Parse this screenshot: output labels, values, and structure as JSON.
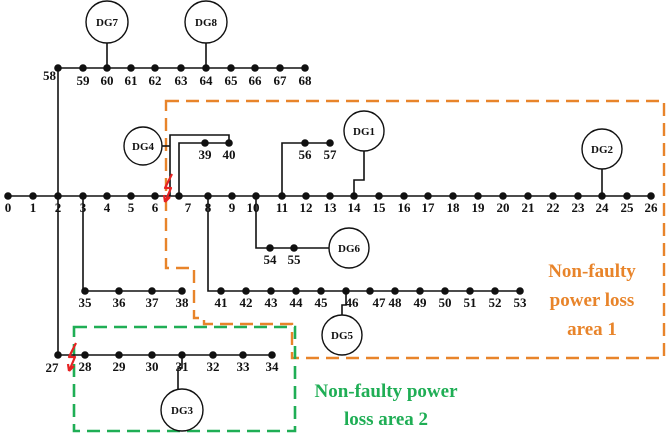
{
  "diagram": {
    "buses": [
      {
        "id": "0"
      },
      {
        "id": "1"
      },
      {
        "id": "2"
      },
      {
        "id": "3"
      },
      {
        "id": "4"
      },
      {
        "id": "5"
      },
      {
        "id": "6"
      },
      {
        "id": "7"
      },
      {
        "id": "8"
      },
      {
        "id": "9"
      },
      {
        "id": "10"
      },
      {
        "id": "11"
      },
      {
        "id": "12"
      },
      {
        "id": "13"
      },
      {
        "id": "14"
      },
      {
        "id": "15"
      },
      {
        "id": "16"
      },
      {
        "id": "17"
      },
      {
        "id": "18"
      },
      {
        "id": "19"
      },
      {
        "id": "20"
      },
      {
        "id": "21"
      },
      {
        "id": "22"
      },
      {
        "id": "23"
      },
      {
        "id": "24"
      },
      {
        "id": "25"
      },
      {
        "id": "26"
      },
      {
        "id": "27"
      },
      {
        "id": "28"
      },
      {
        "id": "29"
      },
      {
        "id": "30"
      },
      {
        "id": "31"
      },
      {
        "id": "32"
      },
      {
        "id": "33"
      },
      {
        "id": "34"
      },
      {
        "id": "35"
      },
      {
        "id": "36"
      },
      {
        "id": "37"
      },
      {
        "id": "38"
      },
      {
        "id": "39"
      },
      {
        "id": "40"
      },
      {
        "id": "41"
      },
      {
        "id": "42"
      },
      {
        "id": "43"
      },
      {
        "id": "44"
      },
      {
        "id": "45"
      },
      {
        "id": "46"
      },
      {
        "id": "47"
      },
      {
        "id": "48"
      },
      {
        "id": "49"
      },
      {
        "id": "50"
      },
      {
        "id": "51"
      },
      {
        "id": "52"
      },
      {
        "id": "53"
      },
      {
        "id": "54"
      },
      {
        "id": "55"
      },
      {
        "id": "56"
      },
      {
        "id": "57"
      },
      {
        "id": "58"
      },
      {
        "id": "59"
      },
      {
        "id": "60"
      },
      {
        "id": "61"
      },
      {
        "id": "62"
      },
      {
        "id": "63"
      },
      {
        "id": "64"
      },
      {
        "id": "65"
      },
      {
        "id": "66"
      },
      {
        "id": "67"
      },
      {
        "id": "68"
      }
    ],
    "generators": [
      {
        "label": "DG1",
        "bus": "14"
      },
      {
        "label": "DG2",
        "bus": "24"
      },
      {
        "label": "DG3",
        "bus": "31"
      },
      {
        "label": "DG4",
        "bus": "40"
      },
      {
        "label": "DG5",
        "bus": "46"
      },
      {
        "label": "DG6",
        "bus": "55"
      },
      {
        "label": "DG7",
        "bus": "60"
      },
      {
        "label": "DG8",
        "bus": "64"
      }
    ],
    "faults": [
      {
        "location": "between bus 6 and bus 7"
      },
      {
        "location": "between bus 27 and bus 28"
      }
    ],
    "areas": [
      {
        "line1": "Non-faulty",
        "line2": "power loss",
        "line3": "area 1",
        "color": "#e8842a"
      },
      {
        "line1": "Non-faulty power",
        "line2": "loss area 2",
        "color": "#1fae55"
      }
    ],
    "colors": {
      "line": "#111111",
      "fault": "#e52222",
      "area1": "#e8842a",
      "area2": "#1fae55"
    }
  }
}
